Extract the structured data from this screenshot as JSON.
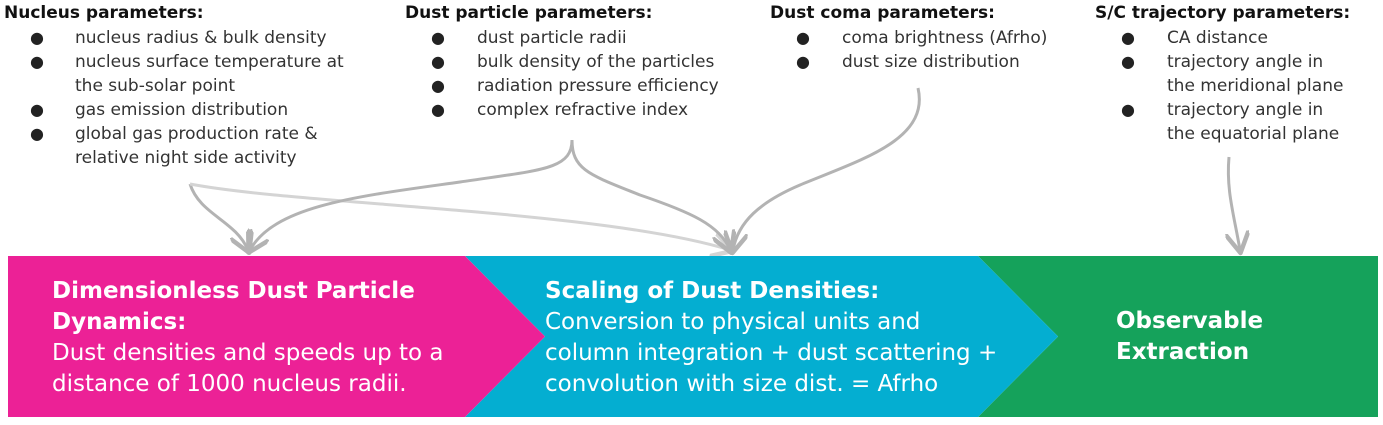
{
  "parameter_groups": [
    {
      "heading": "Nucleus parameters:",
      "items": [
        {
          "lines": [
            "nucleus radius & bulk density"
          ]
        },
        {
          "lines": [
            "nucleus surface temperature at",
            "the sub-solar point"
          ]
        },
        {
          "lines": [
            "gas emission distribution"
          ]
        },
        {
          "lines": [
            "global gas production rate &",
            "relative night side activity"
          ]
        }
      ]
    },
    {
      "heading": "Dust particle parameters:",
      "items": [
        {
          "lines": [
            "dust particle radii"
          ]
        },
        {
          "lines": [
            "bulk density of the particles"
          ]
        },
        {
          "lines": [
            "radiation pressure efficiency"
          ]
        },
        {
          "lines": [
            "complex refractive index"
          ]
        }
      ]
    },
    {
      "heading": "Dust coma parameters:",
      "items": [
        {
          "lines": [
            "coma brightness (Afrho)"
          ]
        },
        {
          "lines": [
            "dust size distribution"
          ]
        }
      ]
    },
    {
      "heading": "S/C trajectory parameters:",
      "items": [
        {
          "lines": [
            "CA distance"
          ]
        },
        {
          "lines": [
            "trajectory angle in",
            "the meridional plane"
          ]
        },
        {
          "lines": [
            "trajectory angle in",
            "the equatorial plane"
          ]
        }
      ]
    }
  ],
  "bullet_glyph": "●",
  "stages": [
    {
      "title_lines": [
        "Dimensionless Dust Particle",
        "Dynamics:"
      ],
      "desc_lines": [
        "Dust densities and speeds up to a",
        "distance of 1000 nucleus radii."
      ],
      "color": "#ec2196"
    },
    {
      "title_lines": [
        "Scaling of Dust Densities:"
      ],
      "desc_lines": [
        "Conversion to physical units and",
        "column integration + dust scattering +",
        "convolution with size dist. = Afrho"
      ],
      "color": "#04aed1"
    },
    {
      "title_lines": [
        "Observable",
        "Extraction"
      ],
      "desc_lines": [],
      "color": "#15a25b"
    }
  ],
  "arrow_color": "#b3b3b3",
  "arrow_color_light": "#d4d4d4"
}
